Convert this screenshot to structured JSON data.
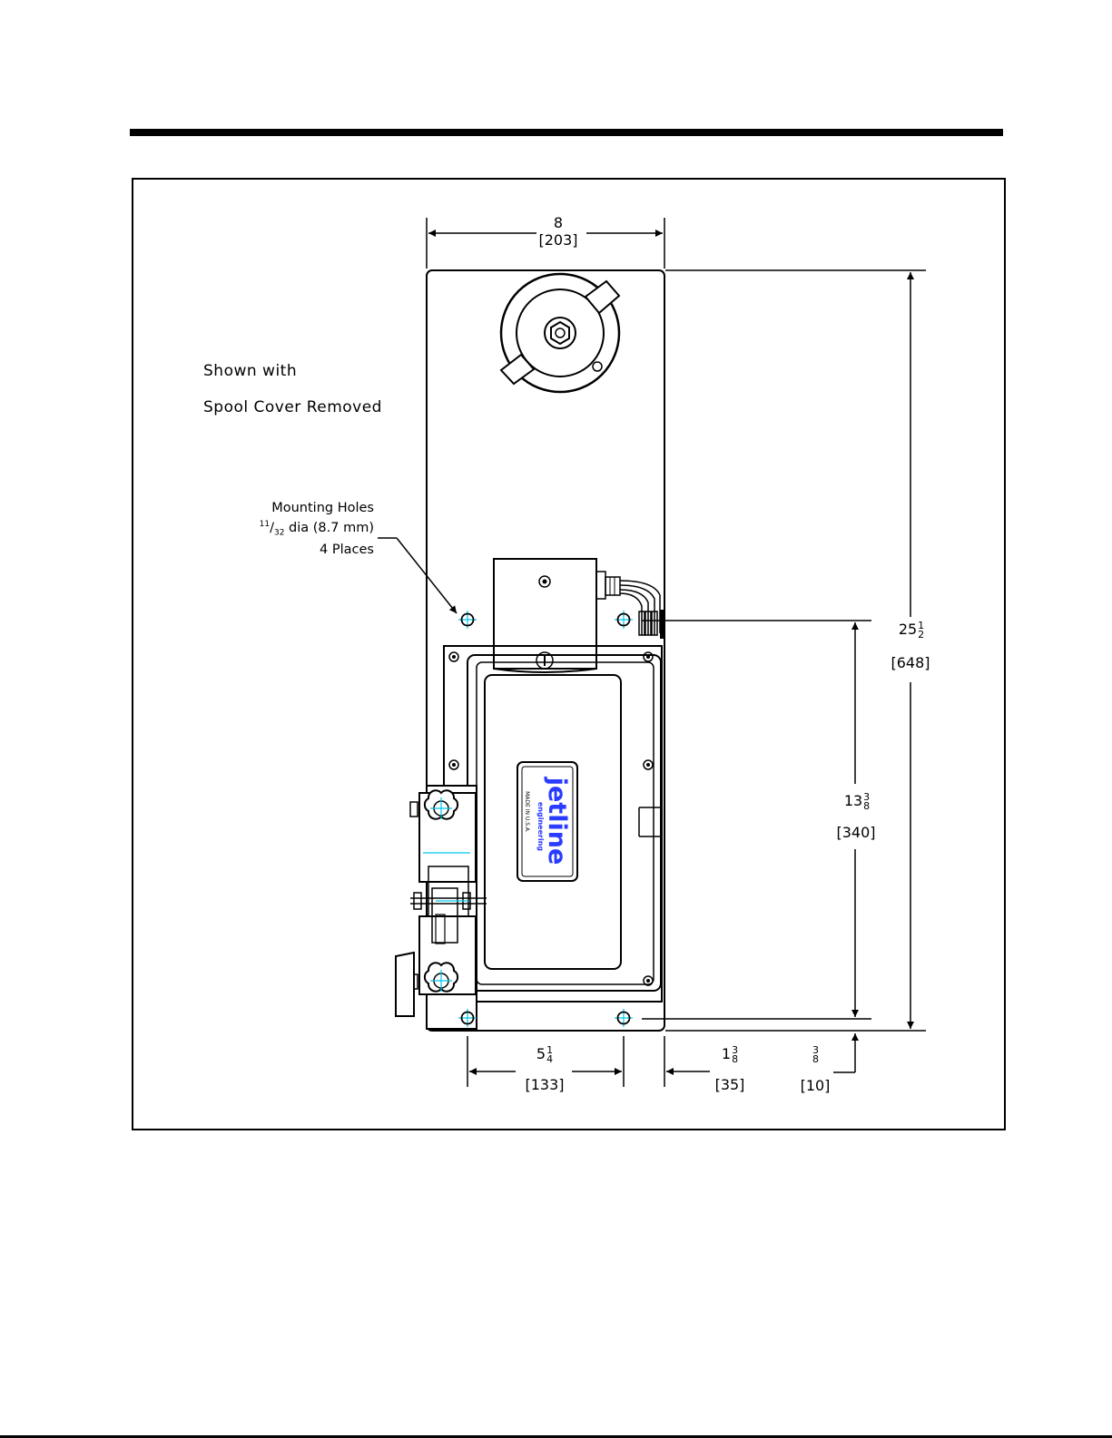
{
  "notes": {
    "line1": "Shown with",
    "line2": "Spool Cover Removed"
  },
  "callout": {
    "line1": "Mounting Holes",
    "line2_frac_num": "11",
    "line2_frac_den": "32",
    "line2_text": "dia (8.7 mm)",
    "line3": "4 Places"
  },
  "dimensions": {
    "width_in": "8",
    "width_mm": "[203]",
    "height_total_whole": "25",
    "height_total_num": "1",
    "height_total_den": "2",
    "height_total_mm": "[648]",
    "height_holes_whole": "13",
    "height_holes_num": "3",
    "height_holes_den": "8",
    "height_holes_mm": "[340]",
    "hole_spacing_whole": "5",
    "hole_spacing_num": "1",
    "hole_spacing_den": "4",
    "hole_spacing_mm": "[133]",
    "edge_offset_whole": "1",
    "edge_offset_num": "3",
    "edge_offset_den": "8",
    "edge_offset_mm": "[35]",
    "bottom_offset_num": "3",
    "bottom_offset_den": "8",
    "bottom_offset_mm": "[10]"
  },
  "label_plate": {
    "brand": "jetline",
    "sub": "engineering",
    "origin": "MADE IN U.S.A.",
    "color": "#2a3cff"
  },
  "colors": {
    "line": "#000000",
    "centerline": "#00c8e8"
  }
}
